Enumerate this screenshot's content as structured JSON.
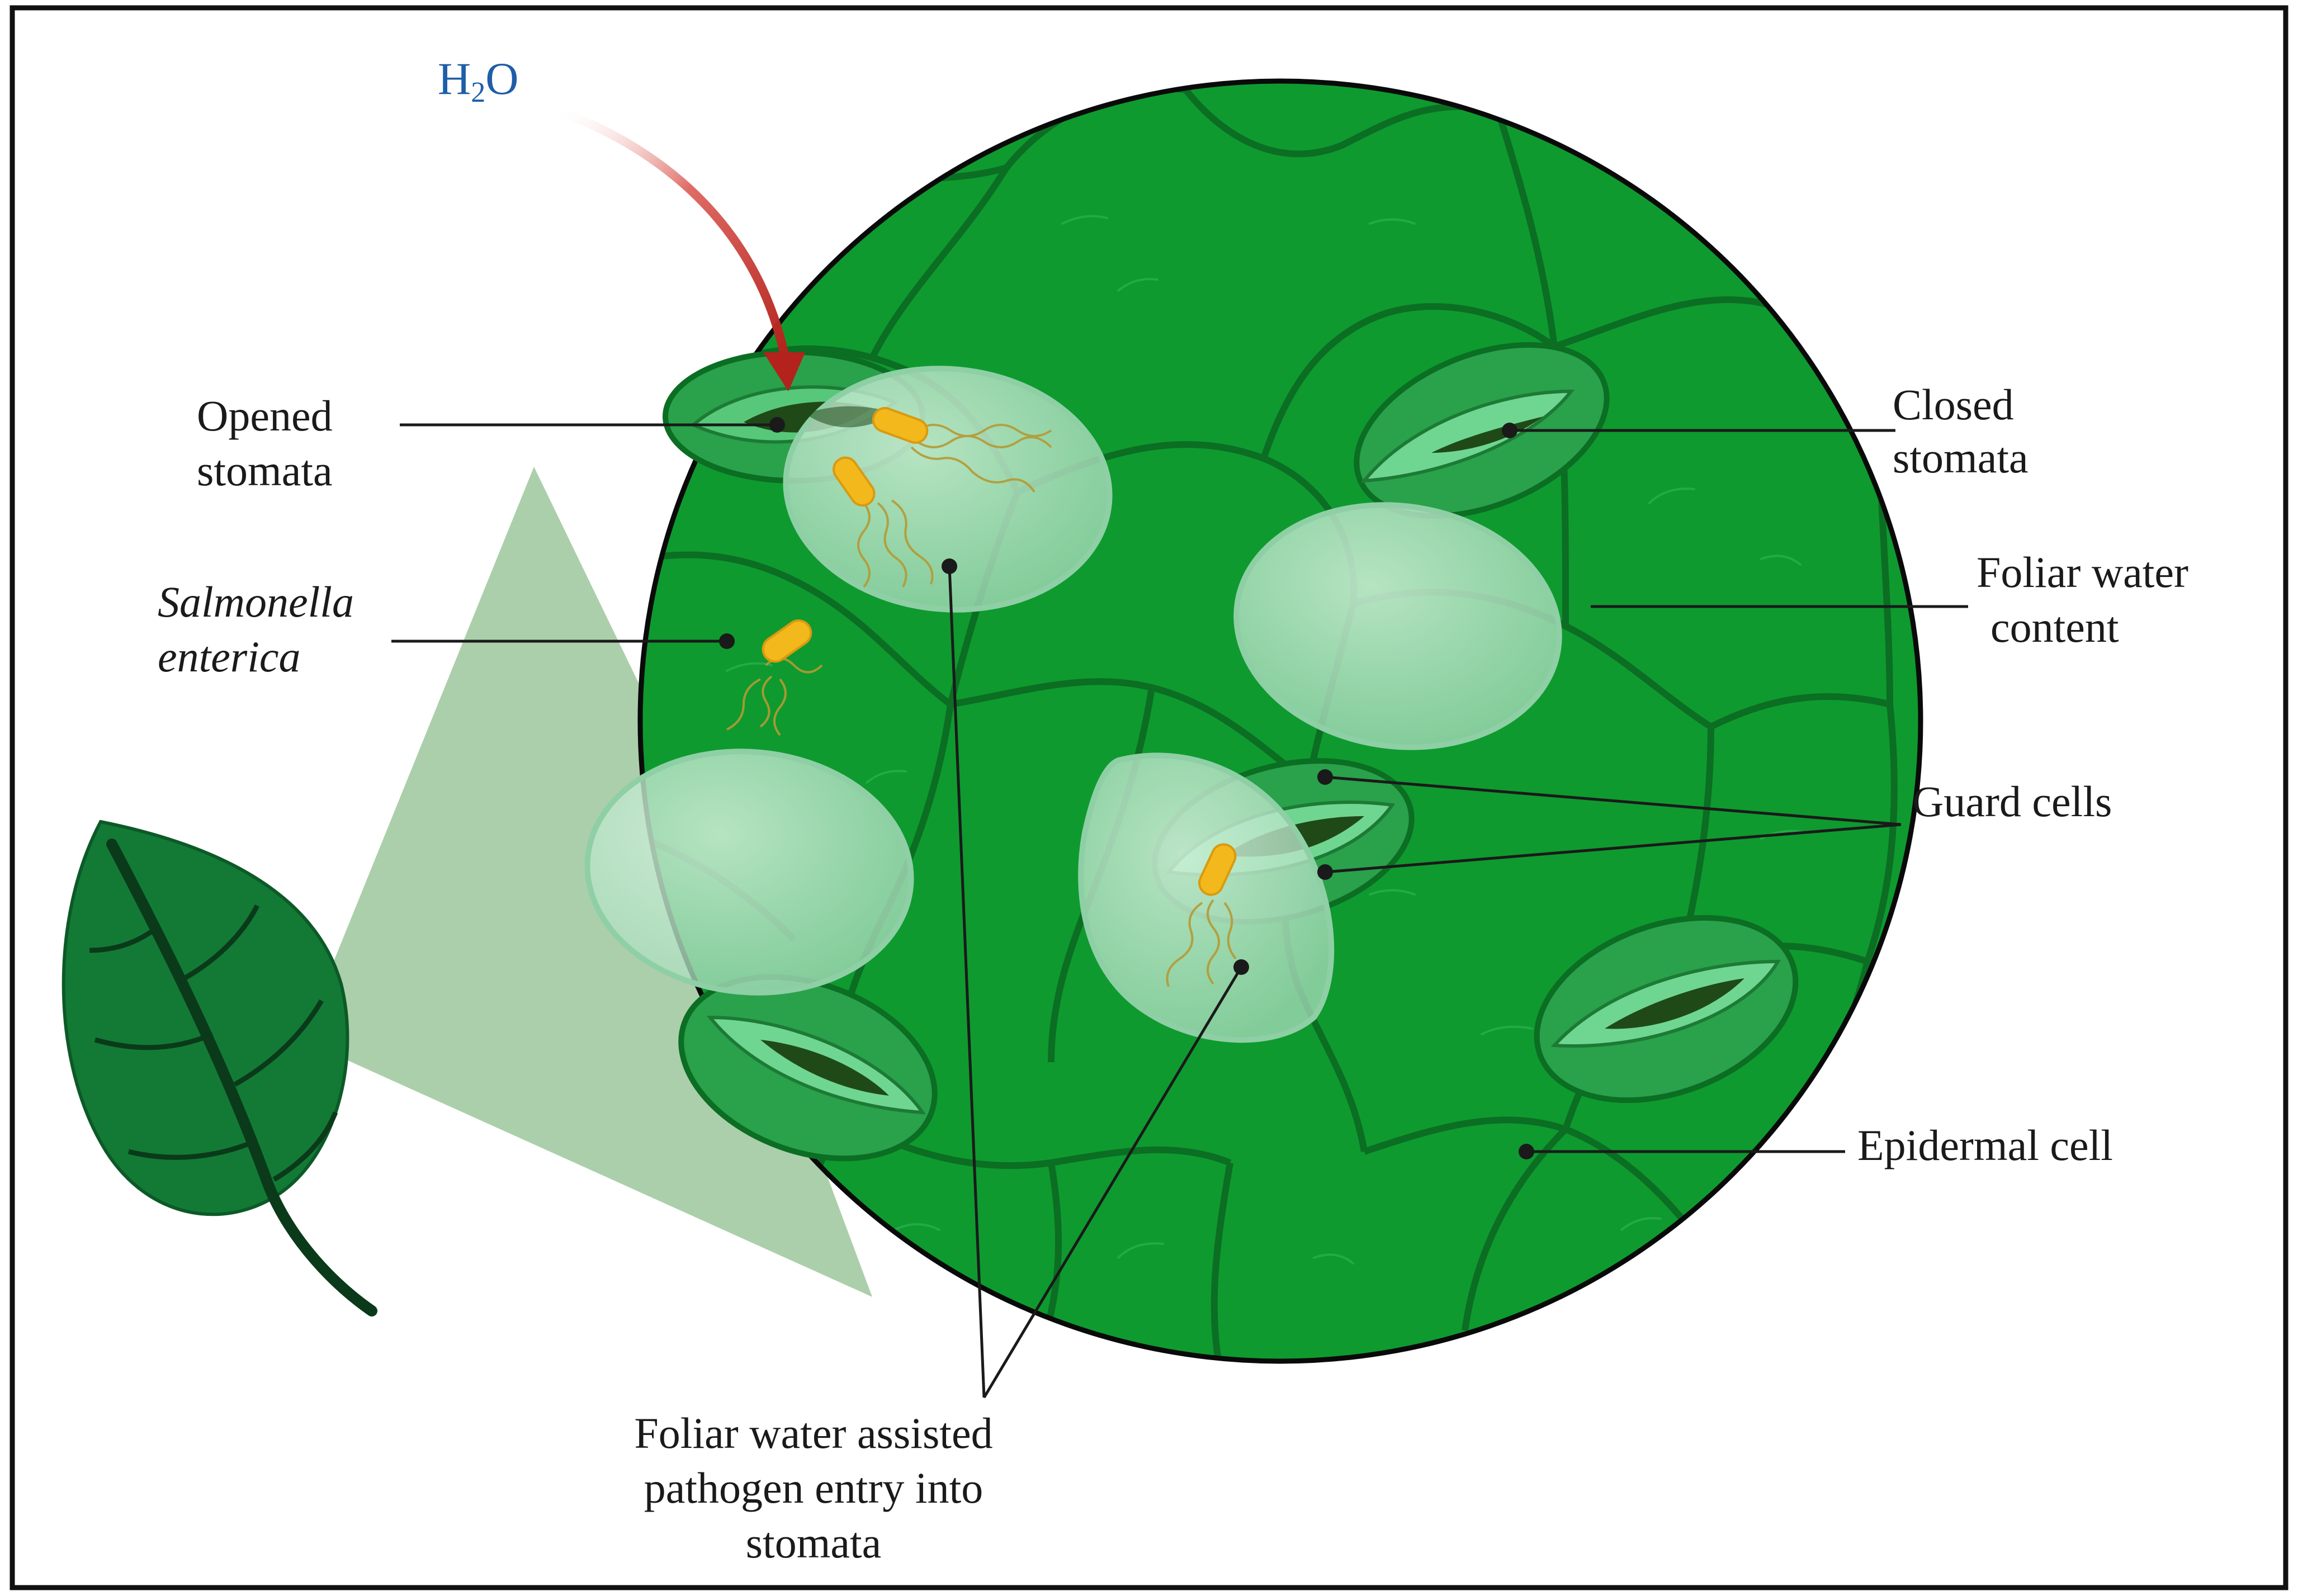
{
  "labels": {
    "h2o_main": "H",
    "h2o_sub": "2",
    "h2o_end": "O",
    "opened_stomata": [
      "Opened",
      "stomata"
    ],
    "salmonella": [
      "Salmonella",
      "enterica"
    ],
    "closed_stomata": [
      "Closed",
      "stomata"
    ],
    "foliar_water_content": [
      "Foliar water",
      "content"
    ],
    "guard_cells": "Guard cells",
    "epidermal_cell": "Epidermal cell",
    "foliar_entry": [
      "Foliar water assisted",
      "pathogen entry into",
      "stomata"
    ]
  },
  "colors": {
    "background": "#ffffff",
    "frame": "#111111",
    "leaf_surface": "#0e9a2f",
    "cell_wall": "#0b6e23",
    "water_droplet": "#b9e6c9",
    "stomata_outer": "#3bb862",
    "stomata_pore": "#1f4a18",
    "bacterium": "#f2b81c",
    "flagella": "#b59a34",
    "arrow": "#b3221c",
    "h2o_text": "#1f5ea8",
    "leaf_icon": "#137a36",
    "leaf_vein": "#0a3a1a",
    "zoom_cone": "#8fbf8e"
  },
  "icons": [
    "leaf-icon",
    "water-arrow-icon",
    "bacterium-icon",
    "stomata-icon",
    "water-droplet-icon"
  ]
}
